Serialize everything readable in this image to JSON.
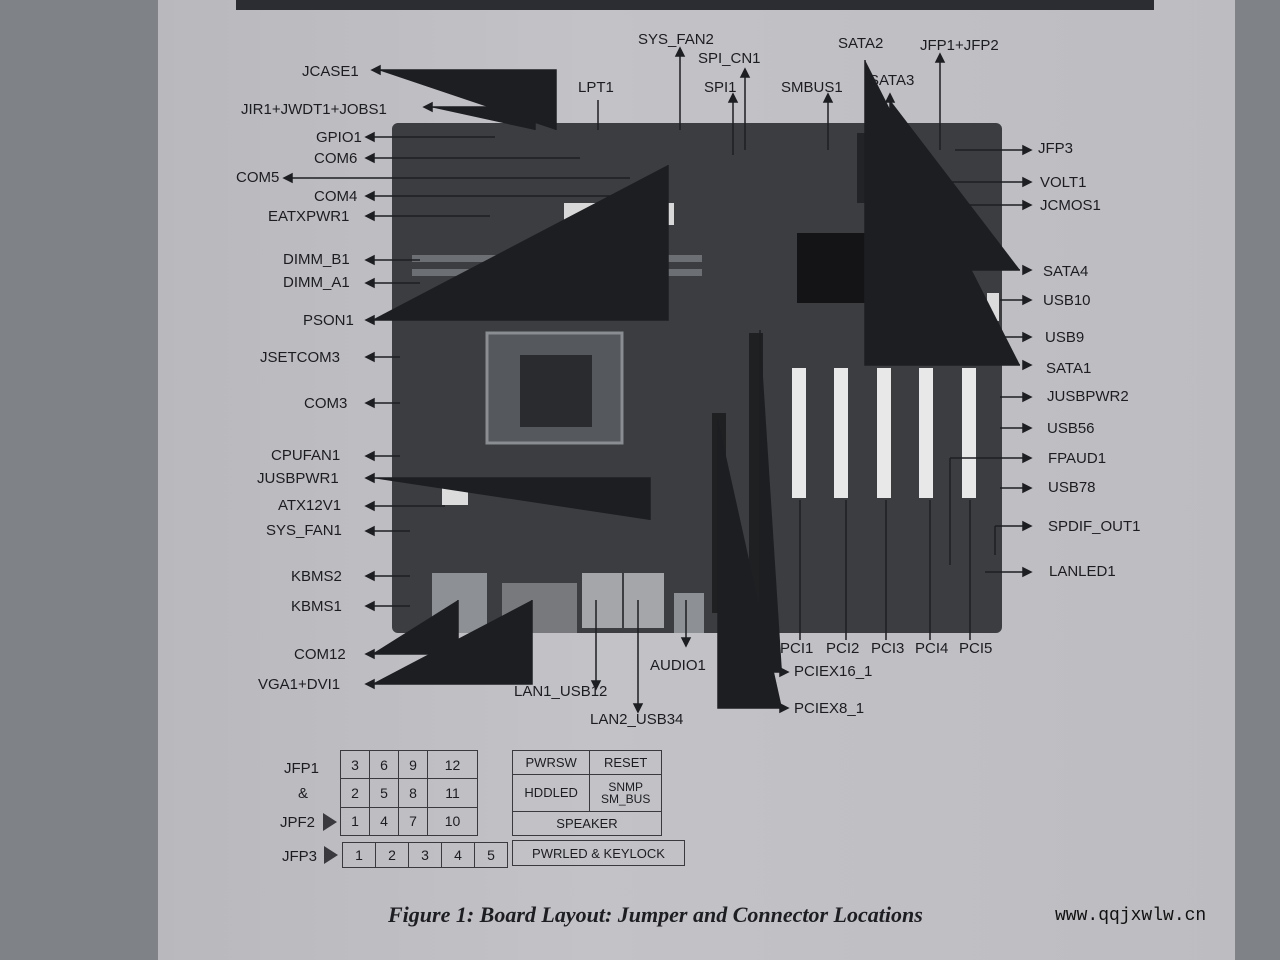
{
  "figure": {
    "caption": "Figure 1: Board Layout: Jumper and Connector Locations",
    "watermark": "www.qqjxwlw.cn"
  },
  "labels": {
    "sys_fan2": "SYS_FAN2",
    "spi_cn1": "SPI_CN1",
    "sata2": "SATA2",
    "jfp1_jfp2": "JFP1+JFP2",
    "jcase1": "JCASE1",
    "lpt1": "LPT1",
    "spi1": "SPI1",
    "smbus1": "SMBUS1",
    "sata3": "SATA3",
    "jir1": "JIR1+JWDT1+JOBS1",
    "gpio1": "GPIO1",
    "com6": "COM6",
    "com5": "COM5",
    "com4": "COM4",
    "eatxpwr1": "EATXPWR1",
    "dimm_b1": "DIMM_B1",
    "dimm_a1": "DIMM_A1",
    "pson1": "PSON1",
    "jsetcom3": "JSETCOM3",
    "com3": "COM3",
    "cpufan1": "CPUFAN1",
    "jusbpwr1": "JUSBPWR1",
    "atx12v1": "ATX12V1",
    "sys_fan1": "SYS_FAN1",
    "kbms2": "KBMS2",
    "kbms1": "KBMS1",
    "com12": "COM12",
    "vga1_dvi1": "VGA1+DVI1",
    "lan1_usb12": "LAN1_USB12",
    "lan2_usb34": "LAN2_USB34",
    "audio1": "AUDIO1",
    "pci1": "PCI1",
    "pci2": "PCI2",
    "pci3": "PCI3",
    "pci4": "PCI4",
    "pci5": "PCI5",
    "pciex16_1": "PCIEX16_1",
    "pciex8_1": "PCIEX8_1",
    "jfp3": "JFP3",
    "volt1": "VOLT1",
    "jcmos1": "JCMOS1",
    "sata4": "SATA4",
    "usb10": "USB10",
    "usb9": "USB9",
    "sata1": "SATA1",
    "jusbpwr2": "JUSBPWR2",
    "usb56": "USB56",
    "fpaud1": "FPAUD1",
    "usb78": "USB78",
    "spdif_out1": "SPDIF_OUT1",
    "lanled1": "LANLED1"
  },
  "pin_legend": {
    "jfp1": "JFP1",
    "amp": "&",
    "jpf2": "JPF2",
    "jfp3": "JFP3",
    "grid_rows": [
      [
        "3",
        "6",
        "9",
        "12"
      ],
      [
        "2",
        "5",
        "8",
        "11"
      ],
      [
        "1",
        "4",
        "7",
        "10"
      ]
    ],
    "jfp3_pins": [
      "1",
      "2",
      "3",
      "4",
      "5"
    ],
    "fn_pwrsw": "PWRSW",
    "fn_reset": "RESET",
    "fn_hddled": "HDDLED",
    "fn_snmp": "SNMP",
    "fn_smbus": "SM_BUS",
    "fn_speaker": "SPEAKER",
    "fn_pwrled": "PWRLED & KEYLOCK"
  }
}
